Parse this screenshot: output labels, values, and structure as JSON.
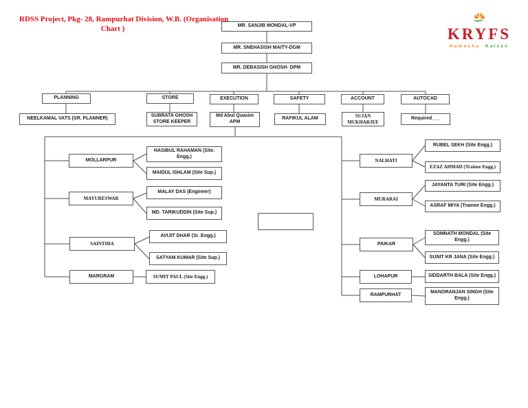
{
  "page": {
    "title": "RDSS Project, Pkg- 28, Rampurhat Division, W.B. (Organisation\nChart )",
    "title_color": "#e30b13"
  },
  "logo": {
    "brand": "KRYFS",
    "tagline_word1": "Hamesha",
    "tagline_word2": "Kaizen",
    "brand_color": "#c62128",
    "orange": "#f18a1d",
    "green": "#3fa53c",
    "icon": "shell-sun-leaf-icon"
  },
  "org": {
    "top_chain": [
      "MR. SANJIB MONDAL-VP",
      "MR. SNEHASISH MAITY-DGM",
      "MR. DEBASISH GHOSH- DPM"
    ],
    "departments": [
      {
        "name": "PLANNING",
        "staff": "NEELKAMAL VATS (SR. PLANNER)"
      },
      {
        "name": "STORE",
        "staff": "SUBRATA GHOSH\nSTORE KEEPER"
      },
      {
        "name": "EXECUTION",
        "staff": "Md Abul Quasim\nAPM"
      },
      {
        "name": "SAFETY",
        "staff": "RAFIKUL ALAM"
      },
      {
        "name": "ACCOUNT",
        "staff": "SUJAN\nMUKHARJEE"
      },
      {
        "name": "AUTOCAD",
        "staff": "Required___"
      }
    ],
    "left_sites": [
      {
        "name": "MOLLARPUR",
        "members": [
          "HASIBUL RAHAMAN (Site.\nEngg.)",
          "MAIDUL ISHLAM (Site Sup.)"
        ]
      },
      {
        "name": "MAYURESWAR",
        "members": [
          "MALAY DAS (Engineer)",
          "MD. TARIKUDDIN (Site Sup.)"
        ]
      },
      {
        "name": "SAINTHIA",
        "members": [
          "AVIJIT DHAR (Sr. Engg.)",
          "SATYAM KUMAR (Site Sup.)"
        ]
      },
      {
        "name": "MARGRAM",
        "members": [
          "SUMIT PAUL (Site Engg.)"
        ]
      }
    ],
    "right_sites": [
      {
        "name": "NALHATI",
        "members": [
          "RUBEL SEKH (Site Engg.)",
          "EZAZ AHMAD (Trainee Engg.)"
        ]
      },
      {
        "name": "MURARAI",
        "members": [
          "JAYANTA TURI (Site Engg.)",
          "ASRAF MIYA (Trainee Engg.)"
        ]
      },
      {
        "name": "PAIKAR",
        "members": [
          "SOMNATH MONDAL (Site\nEngg.)",
          "SUNIT KR JANA (Site Engg.)"
        ]
      },
      {
        "name": "LOHAPUR",
        "members": [
          "SIDDARTH BALA (Site Engg.)"
        ]
      },
      {
        "name": "RAMPURHAT",
        "members": [
          "MANORANJAN SINGH (Site\nEngg.)"
        ]
      }
    ]
  }
}
